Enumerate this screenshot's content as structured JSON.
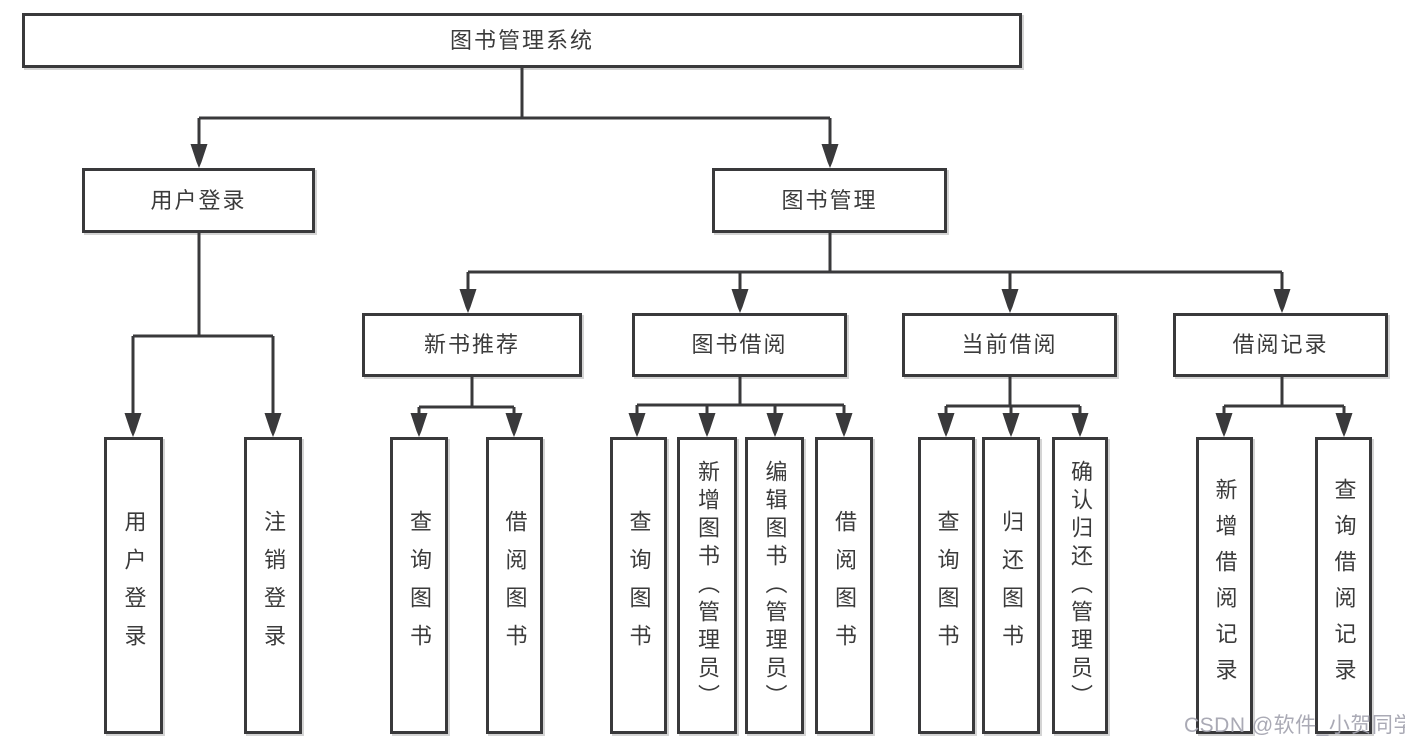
{
  "diagram": {
    "title": "图书管理系统",
    "type": "function-structure-tree"
  },
  "watermark": "CSDN @软件_小贺同学",
  "colors": {
    "line": "#39393b",
    "box_border": "#39393b",
    "text": "#3b3b3b",
    "background": "#ffffff",
    "watermark": "#a3a3af"
  },
  "nodes": [
    {
      "id": "root",
      "label": "图书管理系统",
      "level": 1,
      "parent": null
    },
    {
      "id": "user-login",
      "label": "用户登录",
      "level": 2,
      "parent": "root"
    },
    {
      "id": "book-mgmt",
      "label": "图书管理",
      "level": 2,
      "parent": "root"
    },
    {
      "id": "new-book-rec",
      "label": "新书推荐",
      "level": 3,
      "parent": "book-mgmt"
    },
    {
      "id": "book-borrow",
      "label": "图书借阅",
      "level": 3,
      "parent": "book-mgmt"
    },
    {
      "id": "current-borrow",
      "label": "当前借阅",
      "level": 3,
      "parent": "book-mgmt"
    },
    {
      "id": "borrow-records",
      "label": "借阅记录",
      "level": 3,
      "parent": "book-mgmt"
    },
    {
      "id": "leaf-user-login",
      "label": "用户登录",
      "level": 4,
      "parent": "user-login"
    },
    {
      "id": "leaf-logout",
      "label": "注销登录",
      "level": 4,
      "parent": "user-login"
    },
    {
      "id": "leaf-query-book-1",
      "label": "查询图书",
      "level": 4,
      "parent": "new-book-rec"
    },
    {
      "id": "leaf-borrow-book-1",
      "label": "借阅图书",
      "level": 4,
      "parent": "new-book-rec"
    },
    {
      "id": "leaf-query-book-2",
      "label": "查询图书",
      "level": 4,
      "parent": "book-borrow"
    },
    {
      "id": "leaf-add-book",
      "label": "新增图书（管理员）",
      "level": 4,
      "parent": "book-borrow"
    },
    {
      "id": "leaf-edit-book",
      "label": "编辑图书（管理员）",
      "level": 4,
      "parent": "book-borrow"
    },
    {
      "id": "leaf-borrow-book-2",
      "label": "借阅图书",
      "level": 4,
      "parent": "book-borrow"
    },
    {
      "id": "leaf-query-book-3",
      "label": "查询图书",
      "level": 4,
      "parent": "current-borrow"
    },
    {
      "id": "leaf-return-book",
      "label": "归还图书",
      "level": 4,
      "parent": "current-borrow"
    },
    {
      "id": "leaf-confirm-return",
      "label": "确认归还（管理员）",
      "level": 4,
      "parent": "current-borrow"
    },
    {
      "id": "leaf-add-borrow-record",
      "label": "新增借阅记录",
      "level": 4,
      "parent": "borrow-records"
    },
    {
      "id": "leaf-query-borrow-record",
      "label": "查询借阅记录",
      "level": 4,
      "parent": "borrow-records"
    }
  ]
}
